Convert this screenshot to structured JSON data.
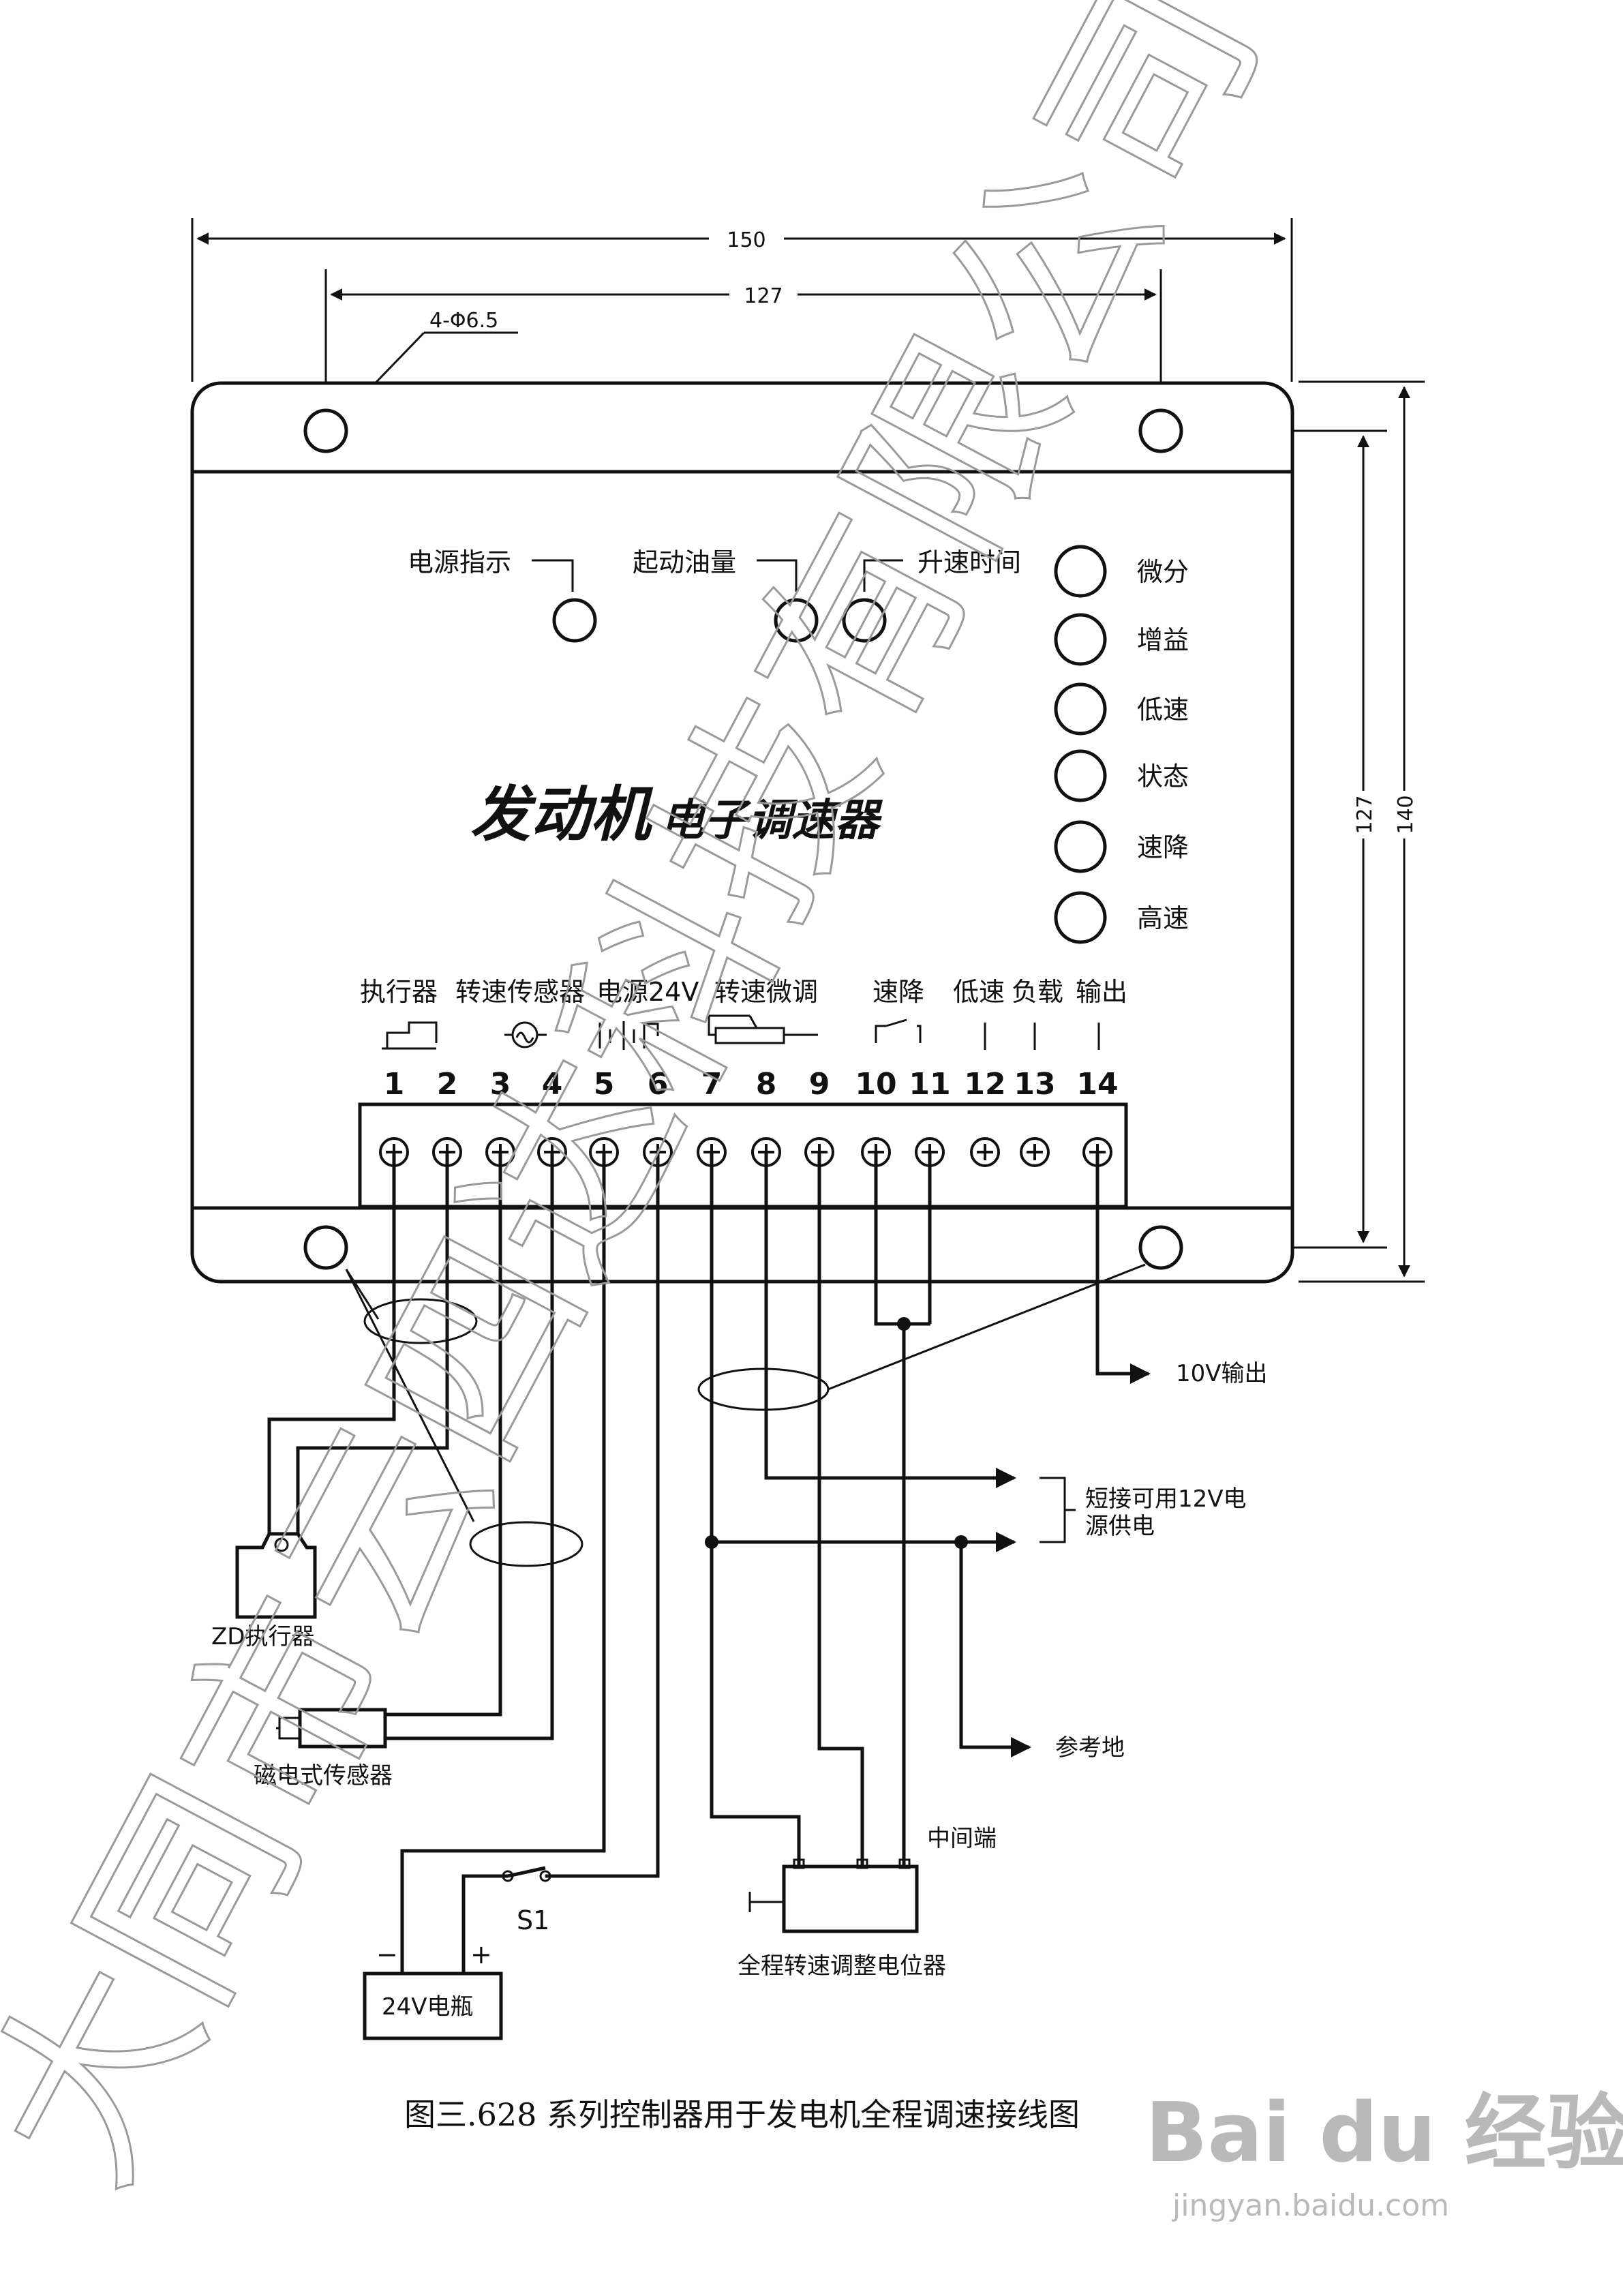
{
  "dimensions": {
    "width_150": "150",
    "width_127": "127",
    "height_127": "127",
    "height_140": "140",
    "hole_spec": "4-Φ6.5"
  },
  "indicators": {
    "power": "电源指示",
    "start_fuel": "起动油量",
    "ramp_time": "升速时间"
  },
  "knobs": [
    "微分",
    "增益",
    "低速",
    "状态",
    "速降",
    "高速"
  ],
  "product_title": {
    "main": "发动机",
    "sub": "电子调速器"
  },
  "terminal_groups": {
    "actuator": "执行器",
    "speed_sensor": "转速传感器",
    "power_24v": "电源24V",
    "speed_trim": "转速微调",
    "droop": "速降",
    "low_speed": "低速",
    "load": "负载",
    "output": "输出"
  },
  "terminals": [
    "1",
    "2",
    "3",
    "4",
    "5",
    "6",
    "7",
    "8",
    "9",
    "10",
    "11",
    "12",
    "13",
    "14"
  ],
  "external": {
    "out_10v": "10V输出",
    "short_12v_line1": "短接可用12V电",
    "short_12v_line2": "源供电",
    "ref_ground": "参考地",
    "middle_end": "中间端",
    "zd_actuator": "ZD执行器",
    "mag_sensor": "磁电式传感器",
    "switch_s1": "S1",
    "battery": "24V电瓶",
    "minus": "−",
    "plus": "+",
    "potentiometer": "全程转速调整电位器"
  },
  "caption": "图三.628 系列控制器用于发电机全程调速接线图",
  "watermark": "大同市云四达科技有限公司",
  "baidu": {
    "logo": "Bai du 经验",
    "url": "jingyan.baidu.com"
  }
}
